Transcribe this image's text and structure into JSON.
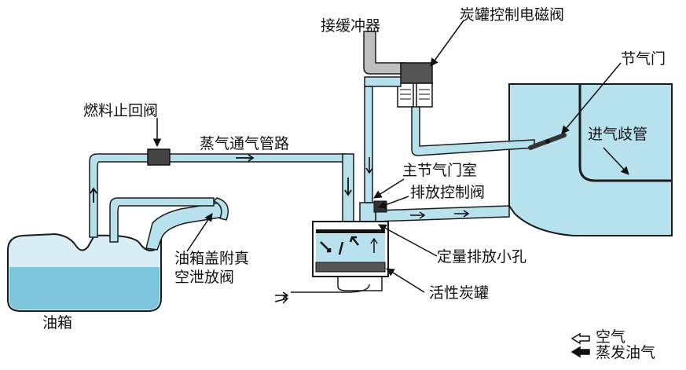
{
  "labels": {
    "buffer": "接缓冲器",
    "canister_solenoid": "炭罐控制电磁阀",
    "throttle": "节气门",
    "intake_manifold": "进气歧管",
    "fuel_check_valve": "燃料止回阀",
    "vapor_line": "蒸气通气管路",
    "throttle_body": "主节气门室",
    "purge_valve": "排放控制阀",
    "metering_orifice": "定量排放小孔",
    "charcoal_canister": "活性炭罐",
    "cap_vacuum_relief_line1": "油箱盖附真",
    "cap_vacuum_relief_line2": "空泄放阀",
    "fuel_tank": "油箱"
  },
  "legend": {
    "air": "空气",
    "fuel_vapor": "蒸发油气"
  },
  "colors": {
    "fluid": "#b8e1ee",
    "fluid_dark": "#7cc4dc",
    "outline": "#1a1a1a",
    "valve": "#333333"
  }
}
